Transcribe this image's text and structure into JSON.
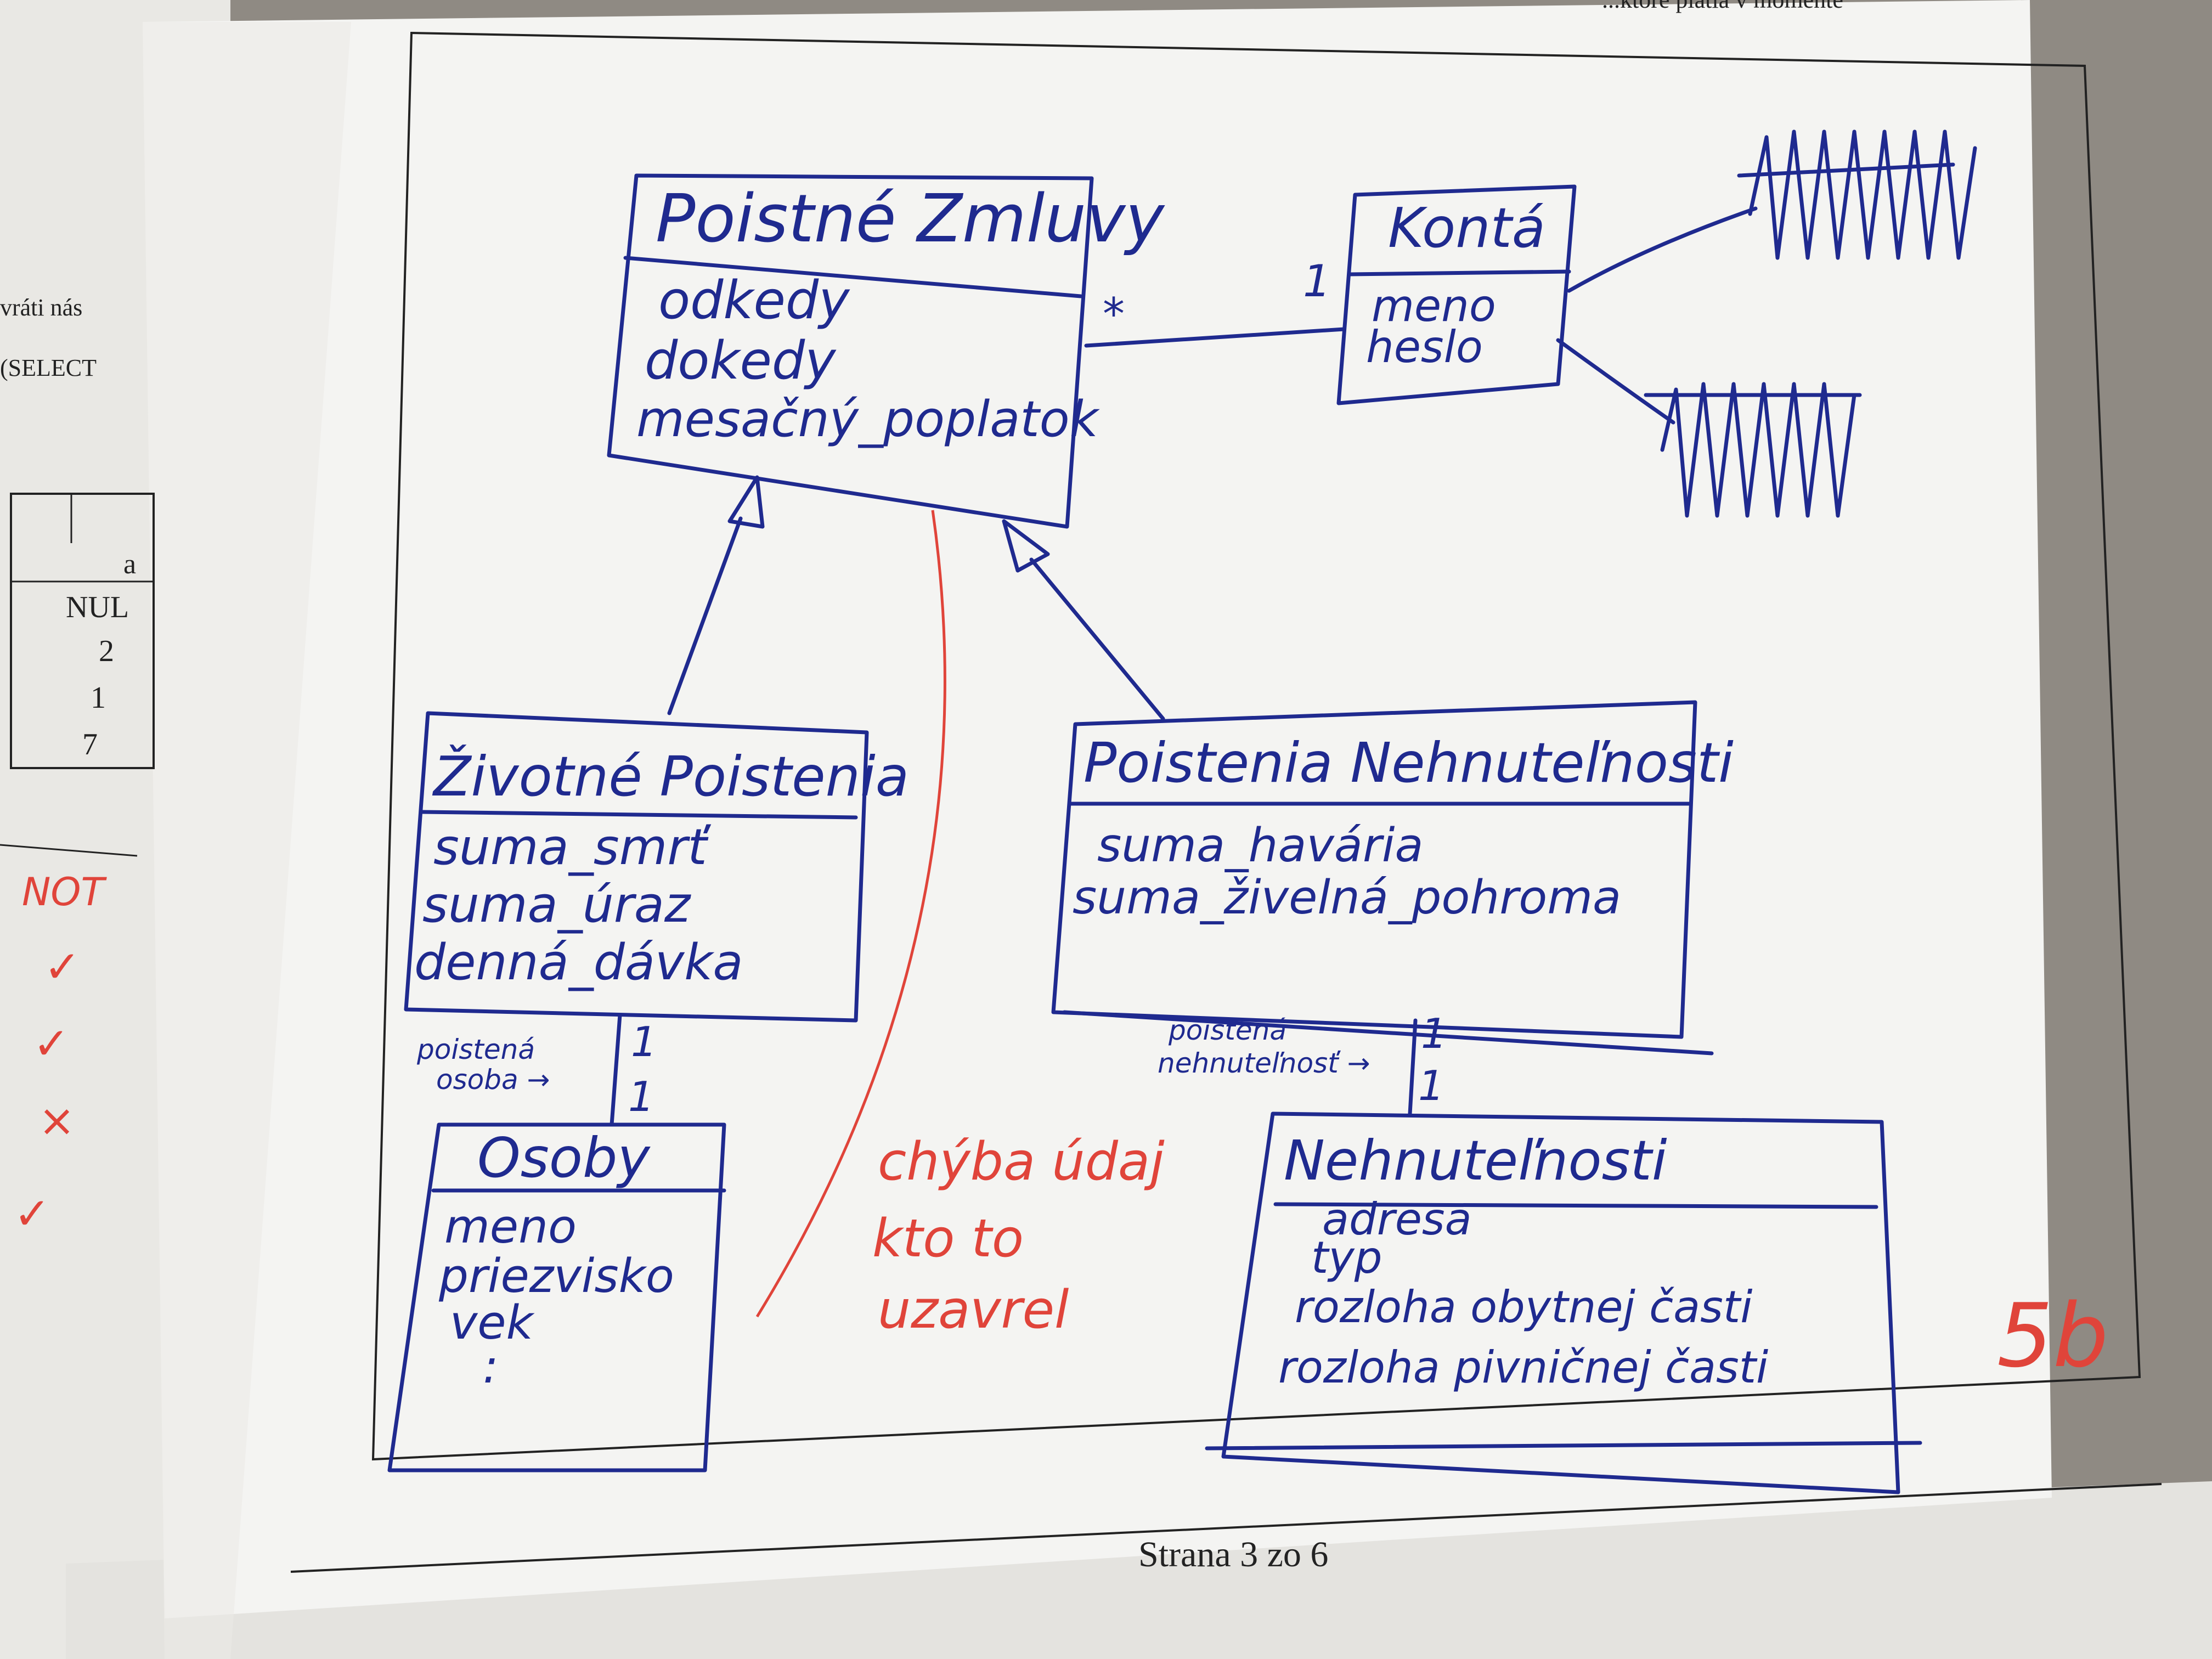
{
  "page": {
    "header_fragment": "...ktoré platia v momente",
    "footer": "Strana 3 zo 6"
  },
  "back_sheet": {
    "text_1": "vráti nás",
    "text_2": "(SELECT",
    "table_header": "a",
    "table_values": [
      "NUL",
      "2",
      "1",
      "7"
    ],
    "red_label": "NOT",
    "red_marks": [
      "✓",
      "✓",
      "×",
      "✓"
    ]
  },
  "diagram": {
    "classes": [
      {
        "id": "poistne-zmluvy",
        "name": "Poistné Zmluvy",
        "attributes": [
          "odkedy",
          "dokedy",
          "mesačný_poplatok"
        ]
      },
      {
        "id": "konta",
        "name": "Kontá",
        "attributes": [
          "meno",
          "heslo"
        ]
      },
      {
        "id": "zivotne-poistenia",
        "name": "Životné Poistenia",
        "attributes": [
          "suma_smrť",
          "suma_úraz",
          "denná_dávka"
        ]
      },
      {
        "id": "poistenia-nehnutelnosti",
        "name": "Poistenia Nehnuteľnosti",
        "attributes": [
          "suma_havária",
          "suma_živelná_pohroma"
        ]
      },
      {
        "id": "osoby",
        "name": "Osoby",
        "attributes": [
          "meno",
          "priezvisko",
          "vek",
          ":"
        ]
      },
      {
        "id": "nehnutelnosti",
        "name": "Nehnuteľnosti",
        "attributes": [
          "adresa",
          "typ",
          "rozloha obytnej časti",
          "rozloha pivničnej časti"
        ]
      }
    ],
    "multiplicities": {
      "zmluvy_konta_left": "*",
      "zmluvy_konta_right": "1",
      "osoba_top": "1",
      "osoba_bottom": "1",
      "nehnutelnost_top": "1",
      "nehnutelnost_bottom": "1"
    },
    "role_labels": {
      "poistena_osoba": [
        "poistená",
        "osoba →"
      ],
      "poistena_nehnutelnost": [
        "poistená",
        "nehnuteľnosť →"
      ]
    }
  },
  "annotations": {
    "red_note": [
      "chýba údaj",
      "kto to",
      "uzavrel"
    ],
    "score": "5b"
  },
  "colors": {
    "ink_blue": "#1f2a8f",
    "ink_red": "#e0443a",
    "paper": "#f4f4f2"
  }
}
